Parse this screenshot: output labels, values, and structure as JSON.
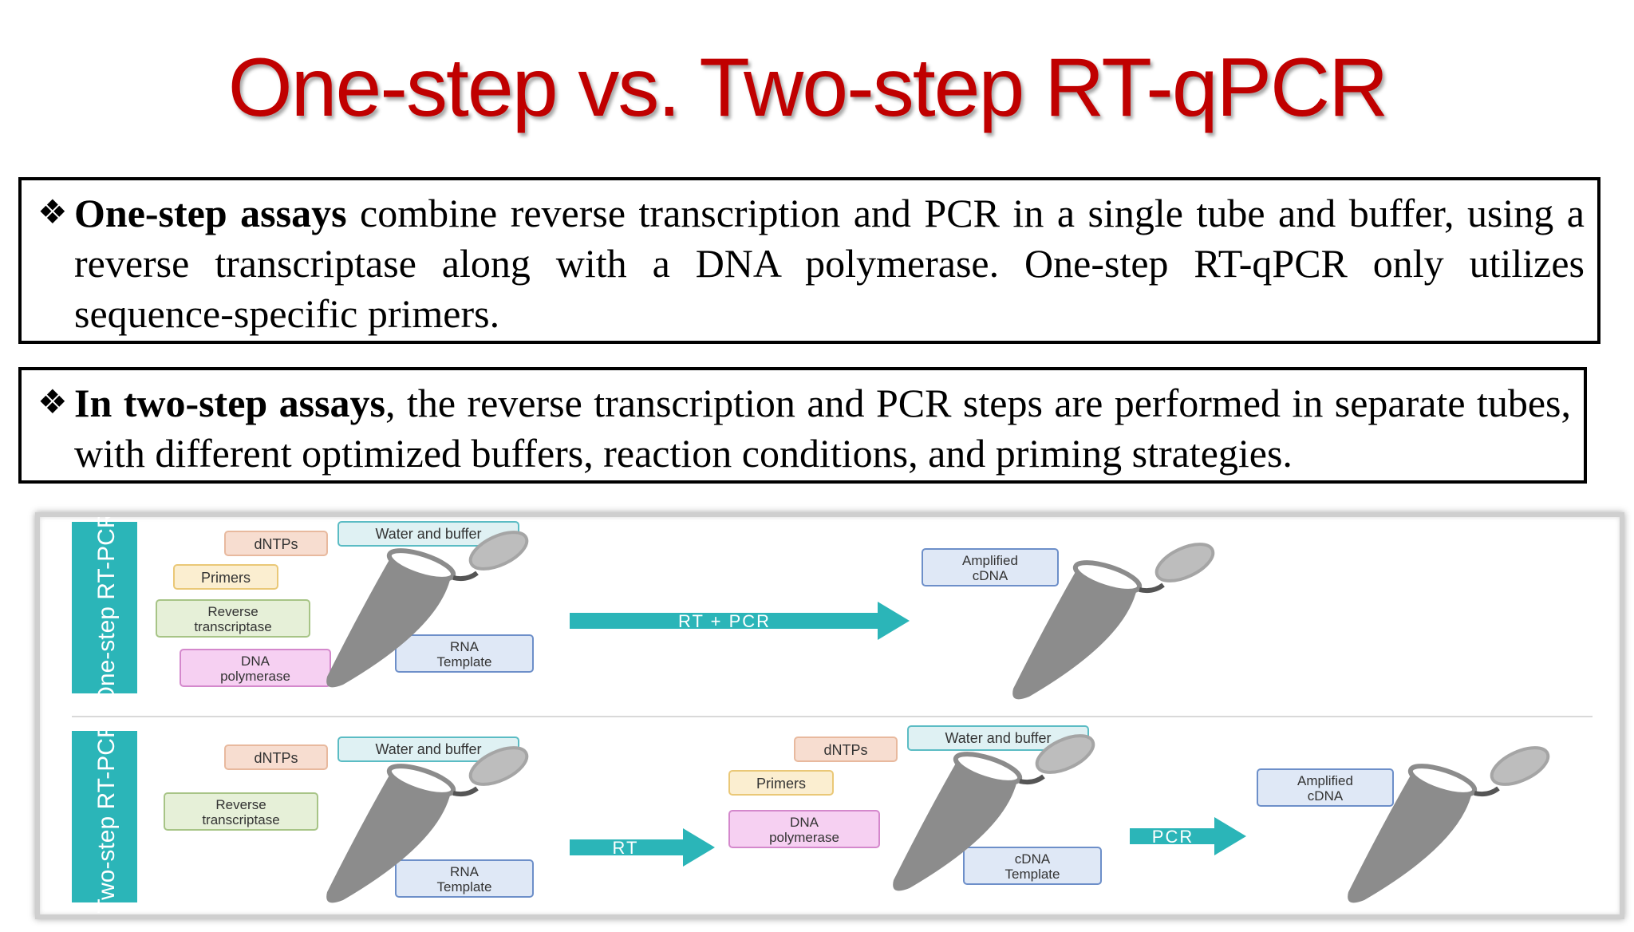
{
  "title": "One-step vs. Two-step RT-qPCR",
  "box1": {
    "bullet": "❖",
    "bold": "One-step assays",
    "text": " combine reverse transcription and PCR in a single tube and buffer, using a reverse transcriptase along with a DNA polymerase. One-step RT-qPCR only utilizes sequence-specific primers."
  },
  "box2": {
    "bullet": "❖",
    "bold": "In two-step assays",
    "text": ", the reverse transcription and PCR steps are performed in separate tubes, with different optimized buffers, reaction conditions, and priming strategies."
  },
  "figure": {
    "one_step": {
      "side_label": "One-step RT-PCR",
      "reagents": {
        "dntps": "dNTPs",
        "water": "Water and buffer",
        "primers": "Primers",
        "rt": [
          "Reverse",
          "transcriptase"
        ],
        "dna_pol": [
          "DNA",
          "polymerase"
        ],
        "rna": [
          "RNA",
          "Template"
        ]
      },
      "arrow": "RT + PCR",
      "product": [
        "Amplified",
        "cDNA"
      ]
    },
    "two_step": {
      "side_label": "Two-step RT-PCR",
      "reagents1": {
        "dntps": "dNTPs",
        "water": "Water and buffer",
        "rt": [
          "Reverse",
          "transcriptase"
        ],
        "rna": [
          "RNA",
          "Template"
        ]
      },
      "arrow1": "RT",
      "reagents2": {
        "dntps": "dNTPs",
        "water": "Water and buffer",
        "primers": "Primers",
        "dna_pol": [
          "DNA",
          "polymerase"
        ],
        "cdna": [
          "cDNA",
          "Template"
        ]
      },
      "arrow2": "PCR",
      "product": [
        "Amplified",
        "cDNA"
      ]
    },
    "colors": {
      "title_red": "#c00000",
      "teal": "#2bb5b8",
      "tube_gray": "#8c8c8c",
      "dntps": "#f7ddd0",
      "primers": "#fbeed0",
      "rt": "#e6f0d8",
      "dna_pol": "#f6d0f2",
      "water": "#dff1f3",
      "template": "#dfe8f6"
    }
  }
}
